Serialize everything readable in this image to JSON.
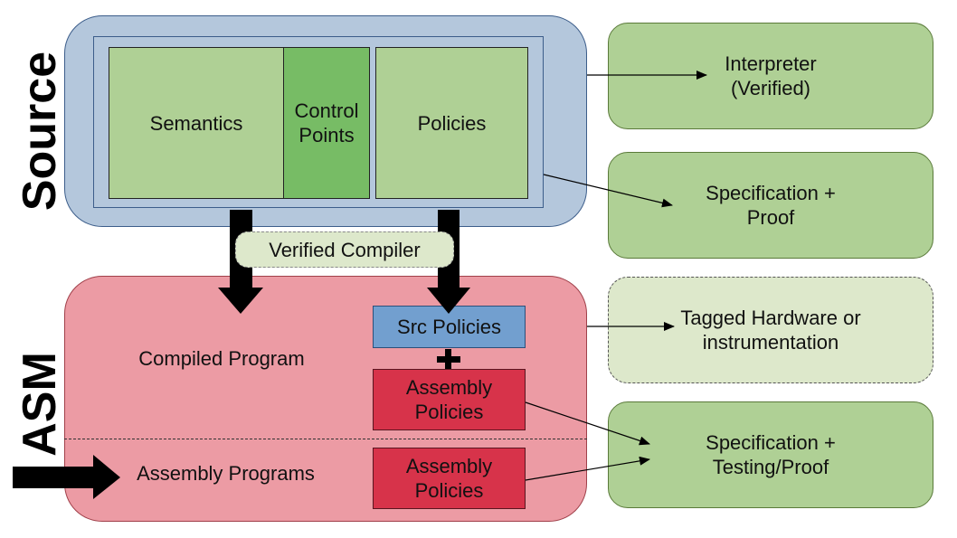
{
  "source": {
    "side_label": "Source",
    "semantics": "Semantics",
    "control_points": "Control Points",
    "policies": "Policies"
  },
  "compiler": {
    "label": "Verified Compiler"
  },
  "asm": {
    "side_label": "ASM",
    "compiled_program": "Compiled Program",
    "src_policies": "Src Policies",
    "plus": "+",
    "assembly_policies_1": "Assembly Policies",
    "assembly_programs": "Assembly Programs",
    "assembly_policies_2": "Assembly Policies"
  },
  "targets": {
    "interpreter": "Interpreter (Verified)",
    "spec_proof": "Specification + Proof",
    "tagged_hardware": "Tagged Hardware or instrumentation",
    "spec_testing": "Specification + Testing/Proof"
  },
  "colors": {
    "source_bg": "#b4c7dc",
    "light_green": "#afd095",
    "mid_green": "#77bc65",
    "asm_bg": "#ec9ba4",
    "src_policies_blue": "#729fcf",
    "assembly_red": "#d7334a",
    "pale_green": "#dde8cb"
  }
}
